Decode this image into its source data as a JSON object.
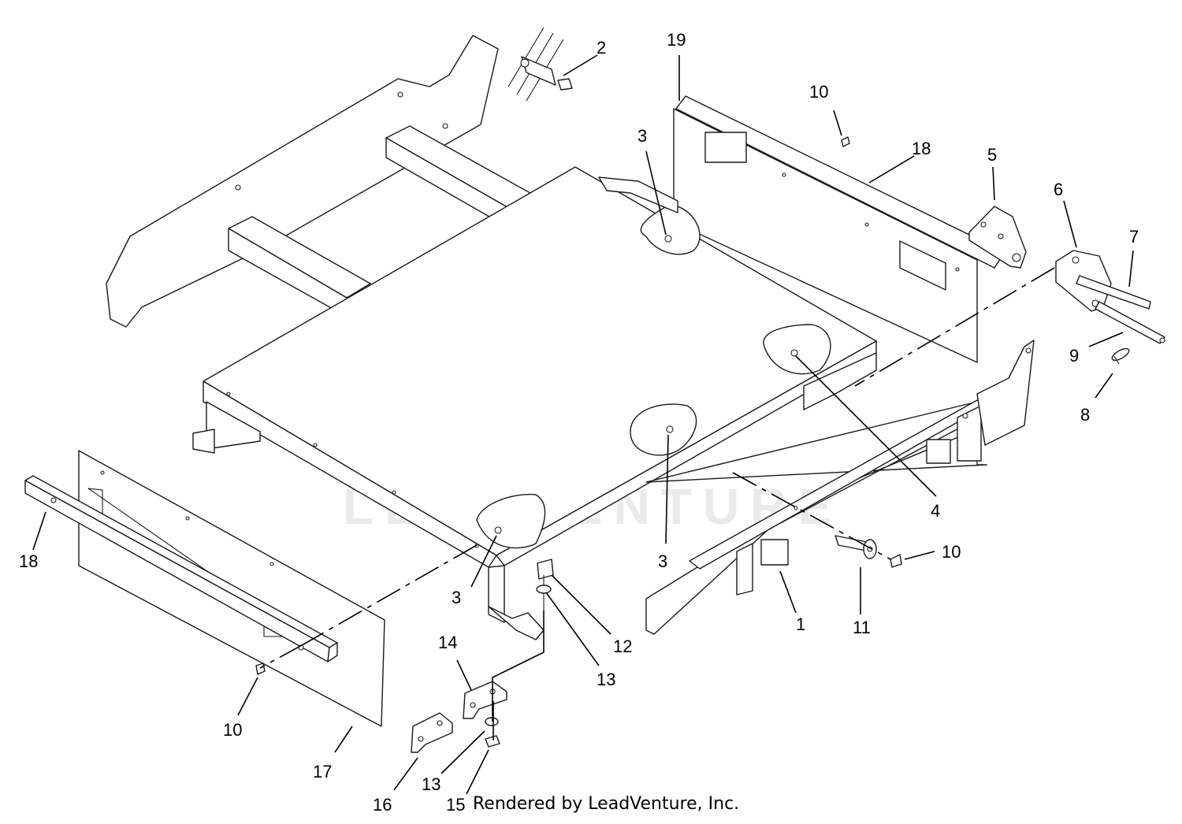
{
  "callouts": [
    {
      "id": "c2",
      "label": "2"
    },
    {
      "id": "c19",
      "label": "19"
    },
    {
      "id": "c10a",
      "label": "10"
    },
    {
      "id": "c3a",
      "label": "3"
    },
    {
      "id": "c18a",
      "label": "18"
    },
    {
      "id": "c5",
      "label": "5"
    },
    {
      "id": "c6",
      "label": "6"
    },
    {
      "id": "c7",
      "label": "7"
    },
    {
      "id": "c9",
      "label": "9"
    },
    {
      "id": "c8",
      "label": "8"
    },
    {
      "id": "c4",
      "label": "4"
    },
    {
      "id": "c10b",
      "label": "10"
    },
    {
      "id": "c3b",
      "label": "3"
    },
    {
      "id": "c3c",
      "label": "3"
    },
    {
      "id": "c1",
      "label": "1"
    },
    {
      "id": "c11",
      "label": "11"
    },
    {
      "id": "c12",
      "label": "12"
    },
    {
      "id": "c13a",
      "label": "13"
    },
    {
      "id": "c14",
      "label": "14"
    },
    {
      "id": "c18b",
      "label": "18"
    },
    {
      "id": "c10c",
      "label": "10"
    },
    {
      "id": "c17",
      "label": "17"
    },
    {
      "id": "c16",
      "label": "16"
    },
    {
      "id": "c13b",
      "label": "13"
    },
    {
      "id": "c15",
      "label": "15"
    }
  ],
  "watermark": {
    "text": "LEADVENTURE"
  },
  "credit": {
    "text": "Rendered by LeadVenture, Inc."
  },
  "colors": {
    "ink": "#1a1a1a",
    "watermark": "#d9d9d9",
    "background": "#ffffff"
  }
}
